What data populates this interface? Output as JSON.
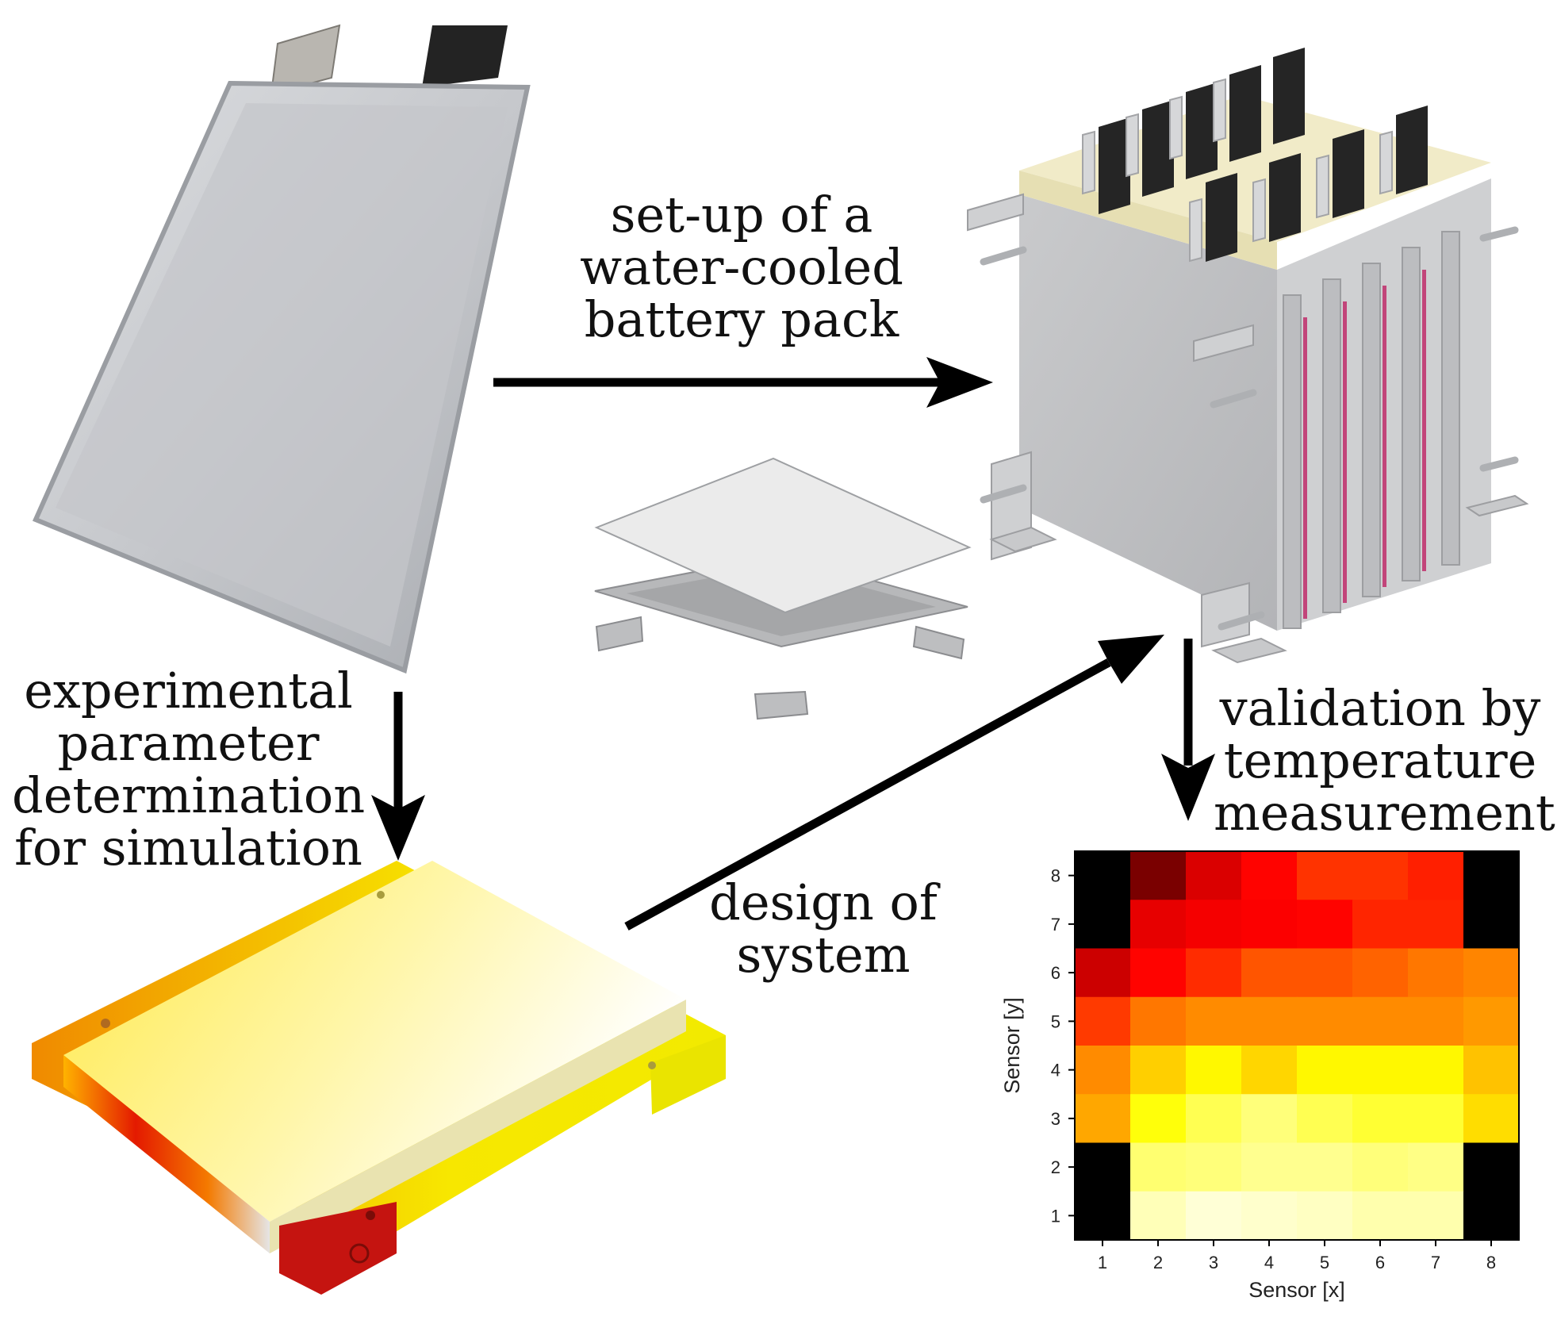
{
  "labels": {
    "setup": [
      "set-up of a",
      "water-cooled",
      "battery pack"
    ],
    "experimental": [
      "experimental",
      "parameter",
      "determination",
      "for simulation"
    ],
    "design": [
      "design of",
      "system"
    ],
    "validation": [
      "validation by",
      "temperature",
      "measurement"
    ]
  },
  "colors": {
    "arrow": "#000000",
    "cell_silver": "#c9cbcf",
    "tab_black": "#222222",
    "pack_gray": "#c3c4c6",
    "pack_cream": "#f1ebc8",
    "pink_strip": "#c2457a"
  },
  "chart_data": {
    "type": "heatmap",
    "xlabel": "Sensor [x]",
    "ylabel": "Sensor [y]",
    "x_ticks": [
      "1",
      "2",
      "3",
      "4",
      "5",
      "6",
      "7",
      "8"
    ],
    "y_ticks": [
      "1",
      "2",
      "3",
      "4",
      "5",
      "6",
      "7",
      "8"
    ],
    "colormap": "hot",
    "value_range": [
      0,
      1
    ],
    "missing_value_color": "#000000",
    "rows_top_to_bottom": [
      [
        null,
        0.18,
        0.32,
        0.38,
        0.45,
        0.45,
        0.42,
        null
      ],
      [
        null,
        0.34,
        0.36,
        0.37,
        0.38,
        0.43,
        0.43,
        null
      ],
      [
        0.3,
        0.38,
        0.44,
        0.5,
        0.5,
        0.52,
        0.55,
        0.57
      ],
      [
        0.46,
        0.55,
        0.58,
        0.58,
        0.58,
        0.58,
        0.58,
        0.6
      ],
      [
        0.58,
        0.68,
        0.74,
        0.69,
        0.74,
        0.74,
        0.74,
        0.66
      ],
      [
        0.62,
        0.76,
        0.83,
        0.87,
        0.83,
        0.8,
        0.8,
        0.7
      ],
      [
        null,
        0.86,
        0.87,
        0.89,
        0.89,
        0.87,
        0.88,
        null
      ],
      [
        null,
        0.93,
        0.96,
        0.95,
        0.94,
        0.92,
        0.92,
        null
      ]
    ]
  }
}
